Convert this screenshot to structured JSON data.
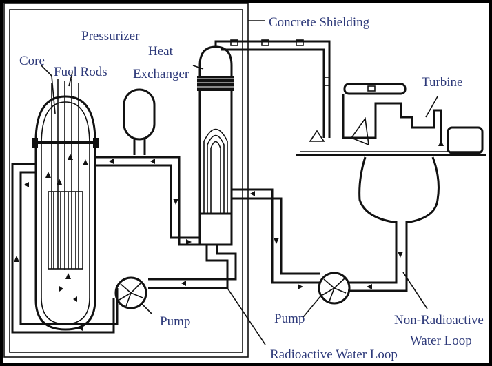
{
  "labels": {
    "concrete_shielding": "Concrete Shielding",
    "pressurizer": "Pressurizer",
    "heat": "Heat",
    "exchanger": "Exchanger",
    "core": "Core",
    "fuel_rods": "Fuel Rods",
    "turbine": "Turbine",
    "pump_left": "Pump",
    "pump_right": "Pump",
    "radioactive_loop": "Radioactive Water Loop",
    "non_radioactive_line1": "Non-Radioactive",
    "non_radioactive_line2": "Water Loop"
  },
  "colors": {
    "background": "#000000",
    "panel": "#ffffff",
    "label": "#2e3a7a",
    "line": "#111111"
  }
}
